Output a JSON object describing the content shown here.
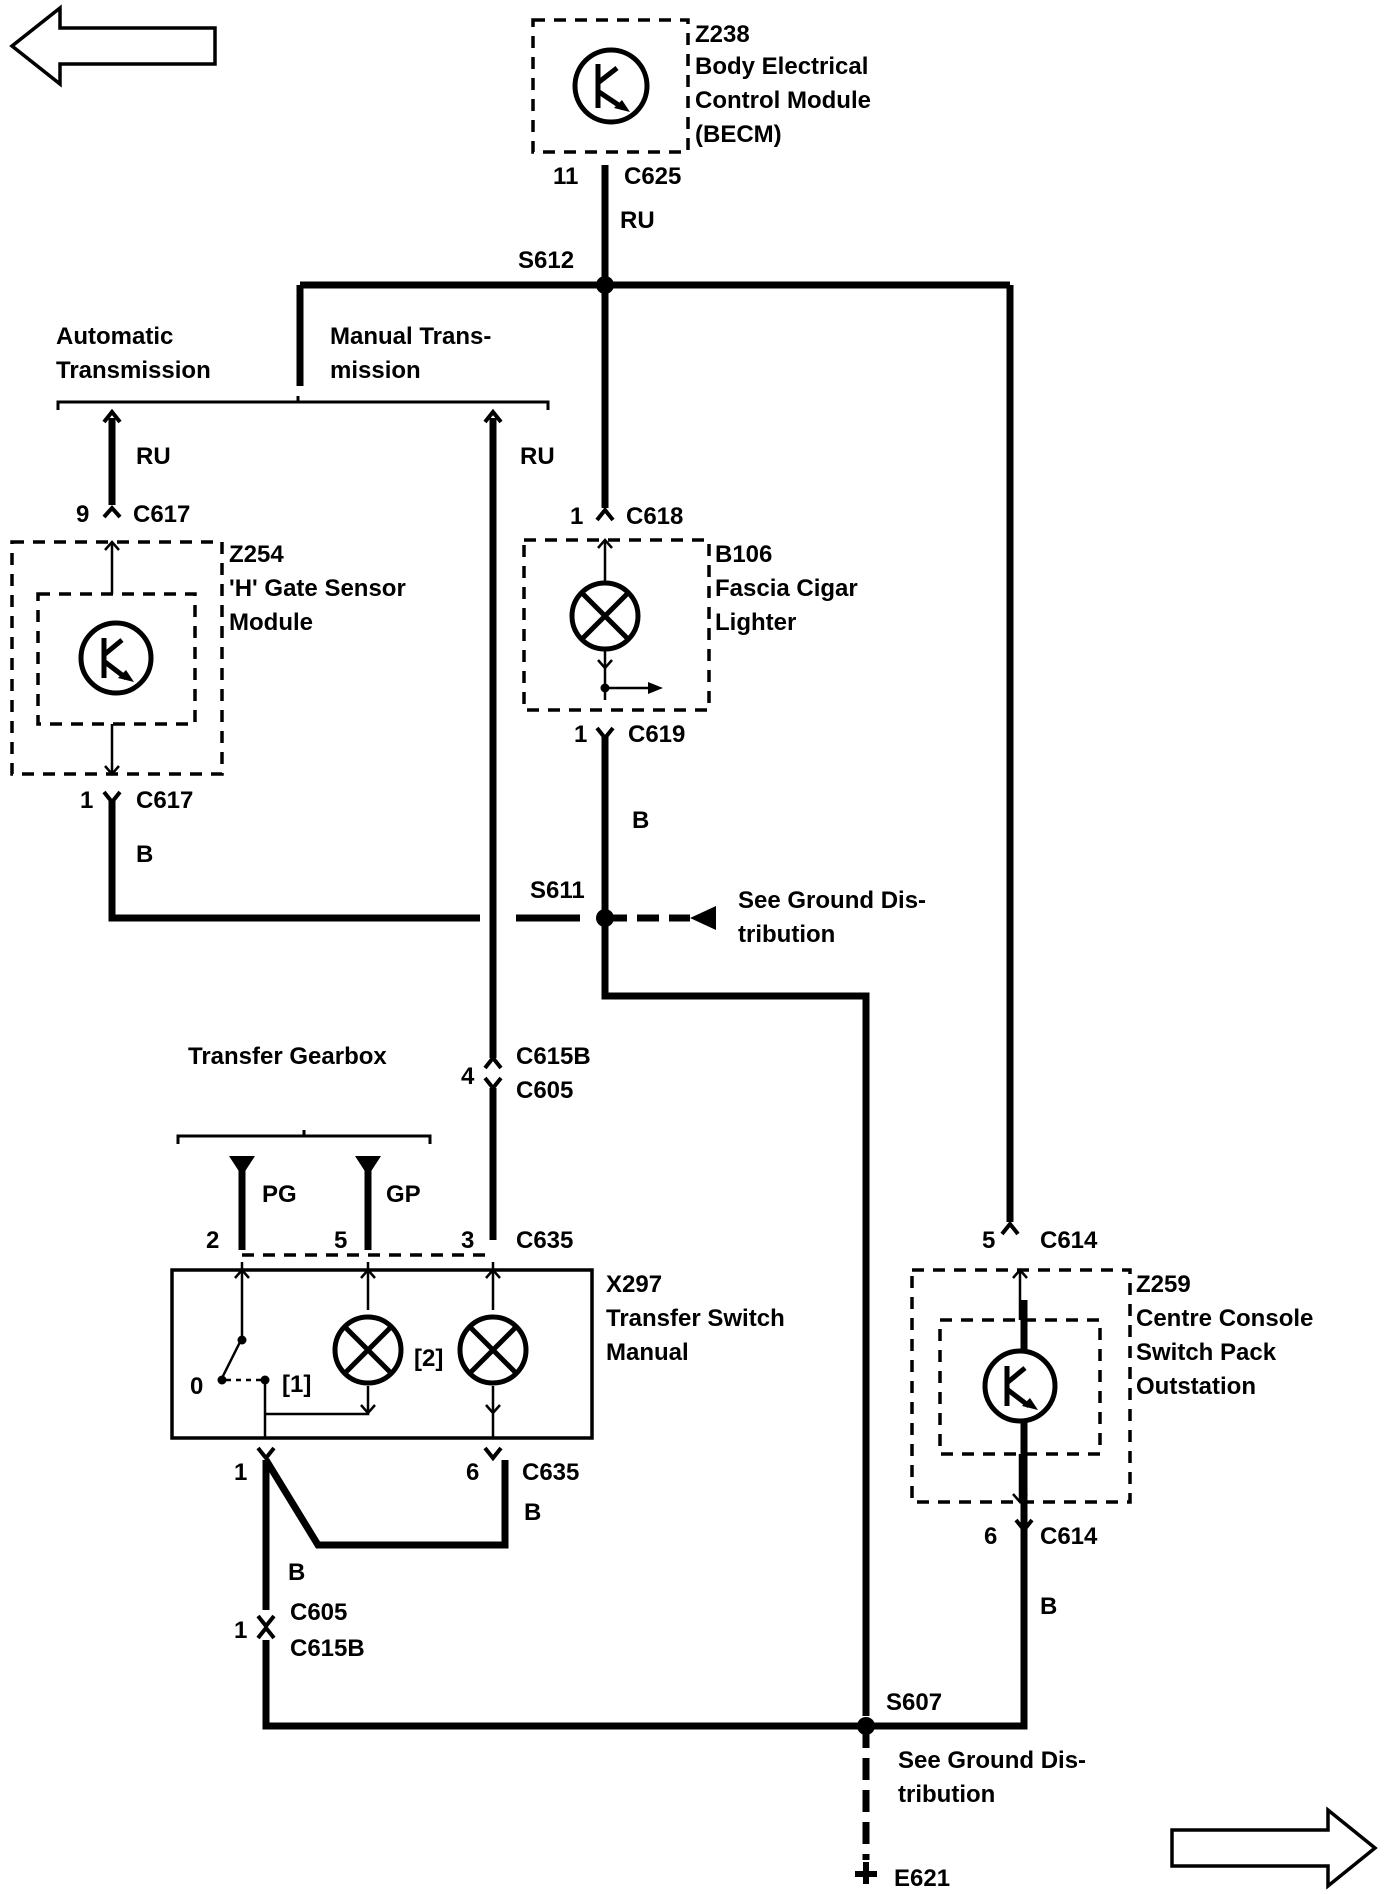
{
  "diagram": {
    "becm": {
      "id": "Z238",
      "line1": "Body Electrical",
      "line2": "Control Module",
      "line3": "(BECM)"
    },
    "c625": {
      "pin": "11",
      "conn": "C625",
      "wire": "RU"
    },
    "s612": "S612",
    "auto_trans": {
      "line1": "Automatic",
      "line2": "Transmission"
    },
    "manual_trans": {
      "line1": "Manual Trans-",
      "line2": "mission"
    },
    "wire_ru_left": "RU",
    "wire_ru_mid": "RU",
    "c617_top": {
      "pin": "9",
      "conn": "C617"
    },
    "hgate": {
      "id": "Z254",
      "line1": "'H' Gate Sensor",
      "line2": "Module"
    },
    "c617_bot": {
      "pin": "1",
      "conn": "C617",
      "wire": "B"
    },
    "c618": {
      "pin": "1",
      "conn": "C618"
    },
    "cigar": {
      "id": "B106",
      "line1": "Fascia Cigar",
      "line2": "Lighter"
    },
    "c619": {
      "pin": "1",
      "conn": "C619",
      "wire": "B"
    },
    "s611": "S611",
    "ground_top": {
      "line1": "See Ground Dis-",
      "line2": "tribution"
    },
    "transfer_gearbox": "Transfer Gearbox",
    "c615b_top": {
      "pin": "4",
      "conn1": "C615B",
      "conn2": "C605"
    },
    "wire_pg": "PG",
    "wire_gp": "GP",
    "c635_top": {
      "pin_a": "2",
      "pin_b": "5",
      "pin_c": "3",
      "conn": "C635"
    },
    "x297": {
      "id": "X297",
      "line1": "Transfer Switch",
      "line2": "Manual"
    },
    "switch_pos0": "0",
    "note1": "[1]",
    "note2": "[2]",
    "c635_bot": {
      "pin_a": "1",
      "pin_b": "6",
      "conn": "C635",
      "wire": "B"
    },
    "wire_b_left": "B",
    "c605_bot": {
      "pin": "1",
      "conn1": "C605",
      "conn2": "C615B"
    },
    "c614_top": {
      "pin": "5",
      "conn": "C614"
    },
    "console": {
      "id": "Z259",
      "line1": "Centre Console",
      "line2": "Switch Pack",
      "line3": "Outstation"
    },
    "c614_bot": {
      "pin": "6",
      "conn": "C614",
      "wire": "B"
    },
    "s607": "S607",
    "ground_bot": {
      "line1": "See Ground Dis-",
      "line2": "tribution"
    },
    "e621": "E621"
  }
}
